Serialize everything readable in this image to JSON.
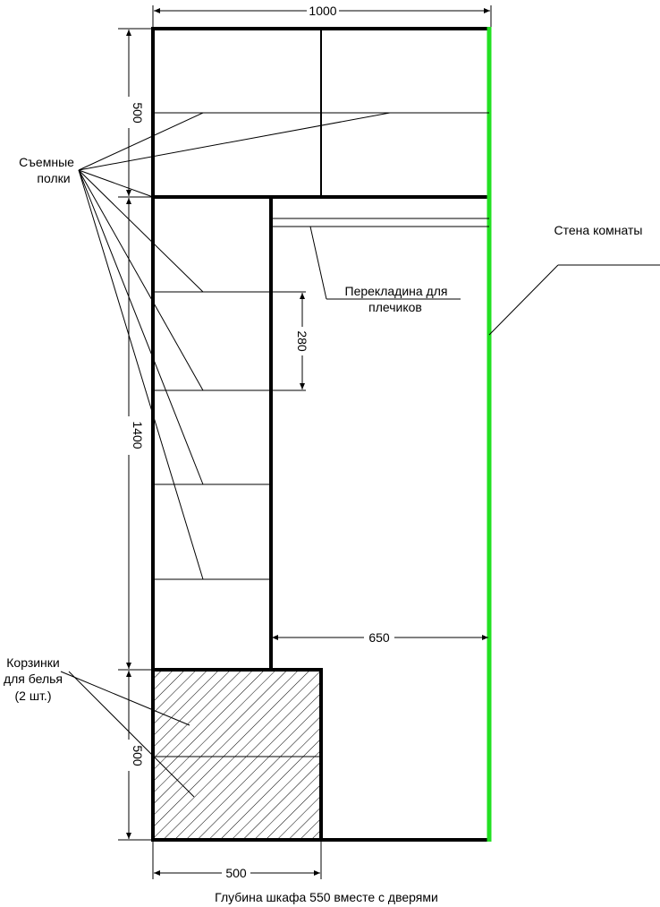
{
  "dimensions": {
    "total_width": "1000",
    "top_height": "500",
    "middle_height": "1400",
    "bottom_height": "500",
    "shelf_spacing": "280",
    "hanging_width": "650",
    "bottom_width": "500"
  },
  "labels": {
    "shelves_line1": "Съемные",
    "shelves_line2": "полки",
    "baskets_line1": "Корзинки",
    "baskets_line2": "для белья",
    "baskets_line3": "(2 шт.)",
    "rail_line1": "Перекладина для",
    "rail_line2": "плечиков",
    "wall": "Стена комнаты",
    "caption": "Глубина шкафа 550 вместе с дверями"
  },
  "colors": {
    "wall_line": "#22e022",
    "lines": "#000000"
  }
}
